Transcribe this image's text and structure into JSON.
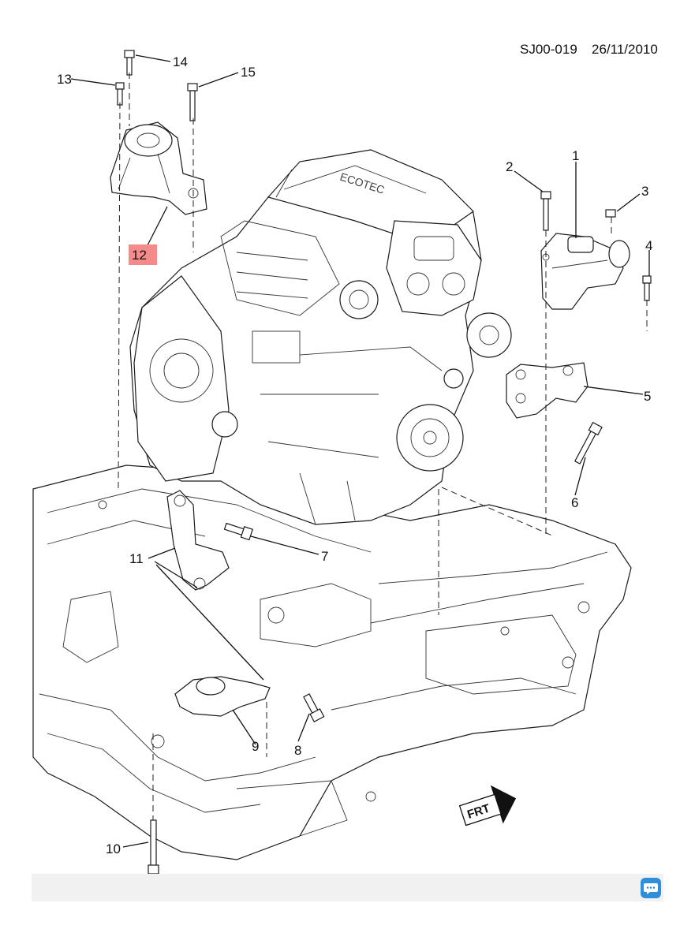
{
  "header": {
    "ref_code": "SJ00-019",
    "date": "26/11/2010"
  },
  "callouts": [
    {
      "id": "1",
      "label": "1"
    },
    {
      "id": "2",
      "label": "2"
    },
    {
      "id": "3",
      "label": "3"
    },
    {
      "id": "4",
      "label": "4"
    },
    {
      "id": "5",
      "label": "5"
    },
    {
      "id": "6",
      "label": "6"
    },
    {
      "id": "7",
      "label": "7"
    },
    {
      "id": "8",
      "label": "8"
    },
    {
      "id": "9",
      "label": "9"
    },
    {
      "id": "10",
      "label": "10"
    },
    {
      "id": "11",
      "label": "11"
    },
    {
      "id": "12",
      "label": "12",
      "highlighted": true
    },
    {
      "id": "13",
      "label": "13"
    },
    {
      "id": "14",
      "label": "14"
    },
    {
      "id": "15",
      "label": "15"
    }
  ],
  "front_indicator": {
    "label": "FRT"
  },
  "engine_brand_text": "ECOTEC",
  "colors": {
    "highlight": "#f58a8a",
    "line": "#111111",
    "chat_button": "#2f8fd8",
    "bar": "#f1f1f1"
  },
  "icons": {
    "chat": "chat-bubble-icon",
    "front_arrow": "front-arrow-icon"
  }
}
